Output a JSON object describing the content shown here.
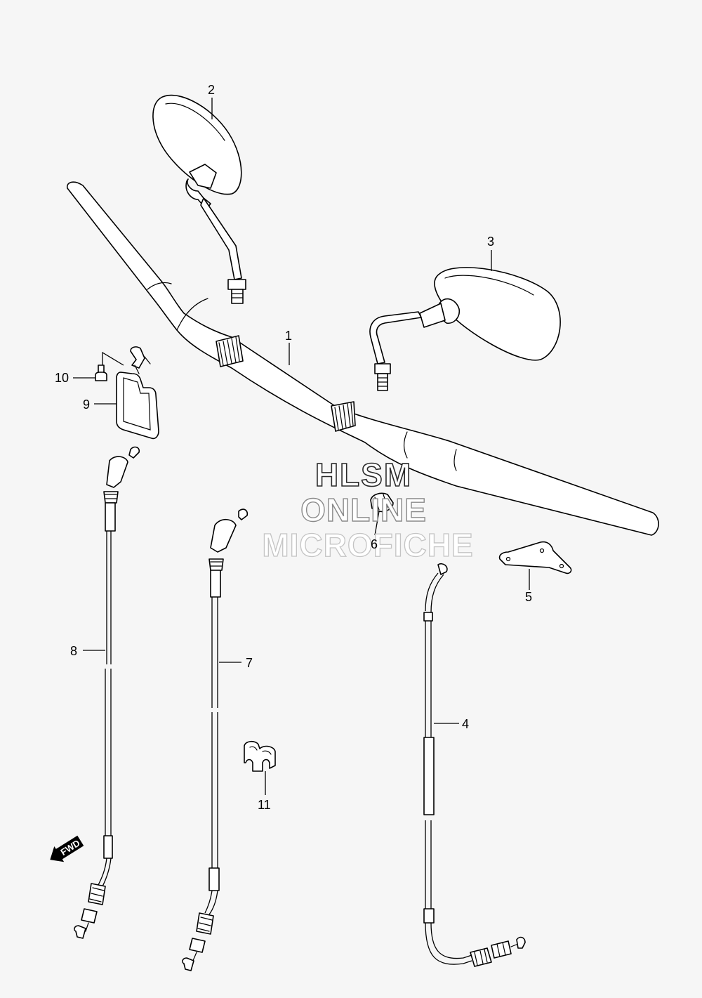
{
  "watermark": {
    "line1": "HLSM",
    "line2": "ONLINE",
    "line3": "MICROFICHE"
  },
  "callouts": {
    "p1": "1",
    "p2": "2",
    "p3": "3",
    "p4": "4",
    "p5": "5",
    "p6": "6",
    "p7": "7",
    "p8": "8",
    "p9": "9",
    "p10": "10",
    "p11": "11"
  },
  "direction_marker": {
    "label": "FWD",
    "icon": "fwd-arrow-icon"
  }
}
